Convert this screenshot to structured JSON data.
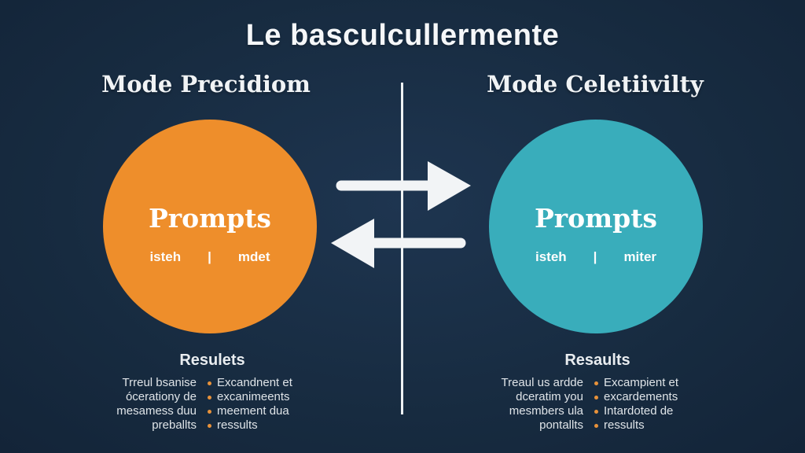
{
  "title": "Le basculcullermente",
  "left": {
    "heading": "Mode Precidiom",
    "circle": {
      "label": "Prompts",
      "sub_left": "isteh",
      "sub_divider": "|",
      "sub_right": "mdet",
      "color": "#ee8e2b"
    },
    "results": {
      "heading": "Resulets",
      "plain_lines": [
        "Trreul bsanise",
        "ócerationy de",
        "mesamess duu",
        "preballts"
      ],
      "bullet_lines": [
        "Excandnent et",
        "excanimeents",
        "meement dua",
        "ressults"
      ]
    }
  },
  "right": {
    "heading": "Mode Celetiivilty",
    "circle": {
      "label": "Prompts",
      "sub_left": "isteh",
      "sub_divider": "|",
      "sub_right": "miter",
      "color": "#39adbb"
    },
    "results": {
      "heading": "Resaults",
      "plain_lines": [
        "Treaul us ardde",
        "dceratim you",
        "mesmbers ula",
        "pontallts"
      ],
      "bullet_lines": [
        "Excampient et",
        "excardements",
        "Intardoted de",
        "ressults"
      ]
    }
  },
  "icons": {
    "arrow_right": "arrow-right",
    "arrow_left": "arrow-left"
  },
  "colors": {
    "background": "#172b40",
    "orange_circle": "#ee8e2b",
    "teal_circle": "#39adbb",
    "bullet": "#e8923a",
    "divider": "#eef2f4",
    "text": "#eef1f3"
  }
}
